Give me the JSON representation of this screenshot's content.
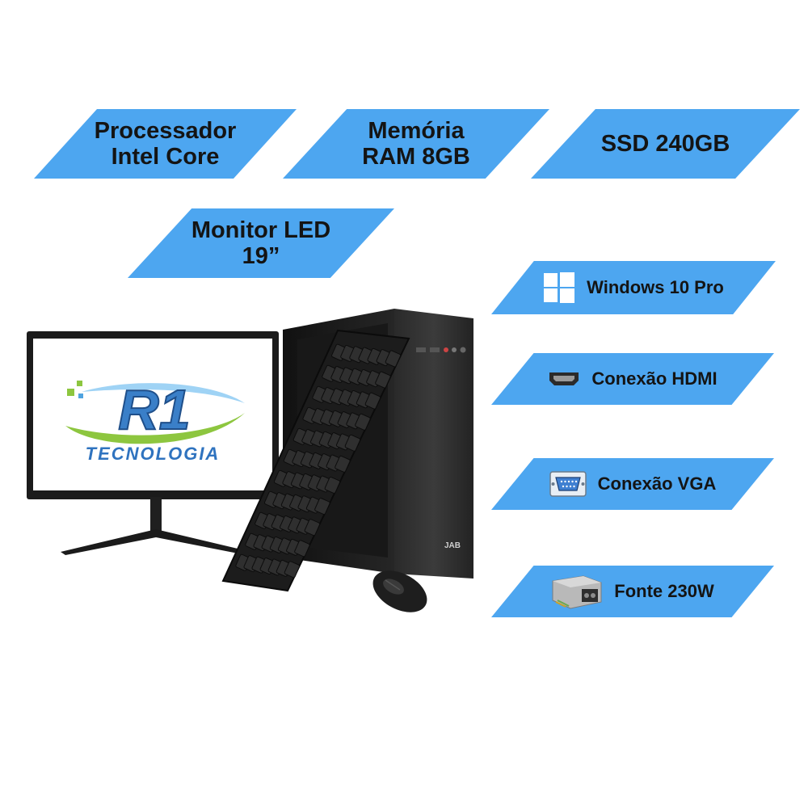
{
  "accent_color": "#4da6f0",
  "brand": {
    "logo_mark": "R1",
    "logo_word": "TECNOLOGIA"
  },
  "tower_badge": "JAB",
  "features": {
    "processor": {
      "line1": "Processador",
      "line2": "Intel Core"
    },
    "memory": {
      "line1": "Memória",
      "line2": "RAM 8GB"
    },
    "ssd": {
      "line1": "SSD 240GB"
    },
    "monitor": {
      "line1": "Monitor LED",
      "line2": "19”"
    },
    "windows": {
      "label": "Windows 10 Pro",
      "icon": "windows-logo-icon"
    },
    "hdmi": {
      "label": "Conexão HDMI",
      "icon": "hdmi-port-icon"
    },
    "vga": {
      "label": "Conexão VGA",
      "icon": "vga-port-icon"
    },
    "psu": {
      "label": "Fonte 230W",
      "icon": "power-supply-icon"
    }
  }
}
